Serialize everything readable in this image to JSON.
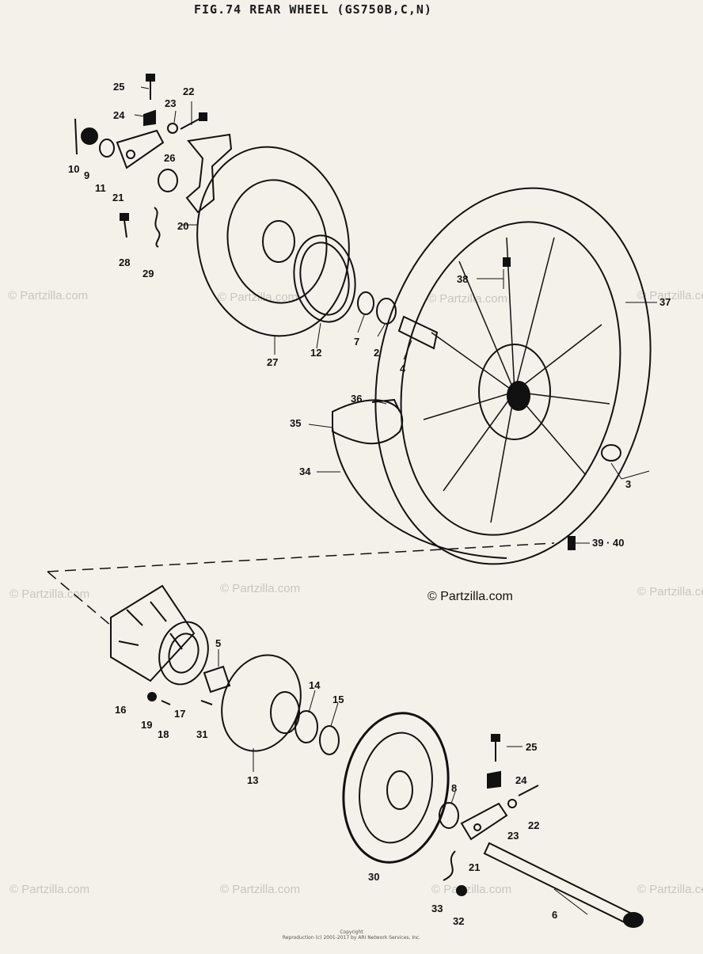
{
  "figure": {
    "title": "FIG.74  REAR WHEEL (GS750B,C,N)"
  },
  "watermarks": {
    "brand": "© Partzilla.com",
    "prominent": "© Partzilla.com"
  },
  "footer": {
    "line1": "Copyright",
    "line2": "Reproduction (c) 2001-2017 by ARI Network Services, Inc."
  },
  "callouts": {
    "c25a": "25",
    "c24a": "24",
    "c23a": "23",
    "c22a": "22",
    "c10": "10",
    "c9": "9",
    "c11a": "11",
    "c21a": "21",
    "c26": "26",
    "c20": "20",
    "c28": "28",
    "c29": "29",
    "c27": "27",
    "c12": "12",
    "c7": "7",
    "c2": "2",
    "c4": "4",
    "c38": "38",
    "c37": "37",
    "c36": "36",
    "c35": "35",
    "c34": "34",
    "c3": "3",
    "c3940": "39 · 40",
    "c5": "5",
    "c16": "16",
    "c19": "19",
    "c18": "18",
    "c17": "17",
    "c31": "31",
    "c14": "14",
    "c15": "15",
    "c13": "13",
    "c8": "8",
    "c25b": "25",
    "c24b": "24",
    "c22b": "22",
    "c23b": "23",
    "c21b": "21",
    "c30": "30",
    "c33": "33",
    "c32": "32",
    "c6": "6"
  },
  "colors": {
    "ink": "#111111",
    "paper": "#f4f1ea",
    "watermark": "#c9c6bf"
  }
}
